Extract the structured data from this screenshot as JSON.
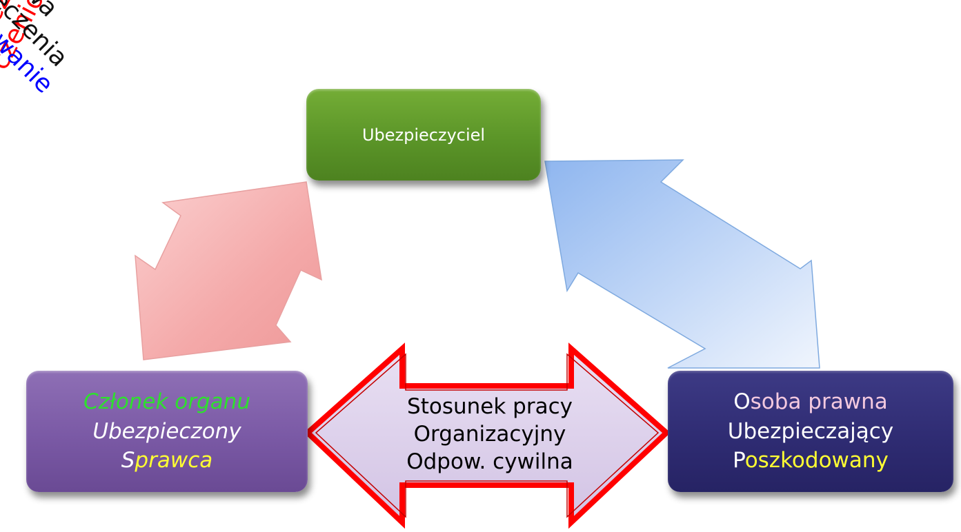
{
  "nodes": {
    "insurer": {
      "label": "Ubezpieczyciel",
      "color": "#5b9528"
    },
    "member": {
      "line1": "Członek organu",
      "line2": "Ubezpieczony",
      "line3_first": "S",
      "line3_rest": "prawca",
      "color": "#7a59a5"
    },
    "legal_person": {
      "line1_first": "O",
      "line1_rest": "soba prawna",
      "line2": "Ubezpieczający",
      "line3_first": "P",
      "line3_rest": "oszkodowany",
      "color": "#2f2c73"
    }
  },
  "arrows": {
    "protection": {
      "line1": "Ochrona",
      "line2": "ubezpie-",
      "line3": "czeniowa",
      "color": "#f7b3b3"
    },
    "contract": {
      "line1": "Umowa",
      "line2": "ubezpieczenia",
      "line3": "Odszkodowanie",
      "color": "#bcd4f5"
    },
    "relation": {
      "line1": "Stosunek pracy",
      "line2": "Organizacyjny",
      "line3": "Odpow. cywilna",
      "border_color": "#ff0000",
      "fill_color": "#ddd0ea"
    }
  }
}
